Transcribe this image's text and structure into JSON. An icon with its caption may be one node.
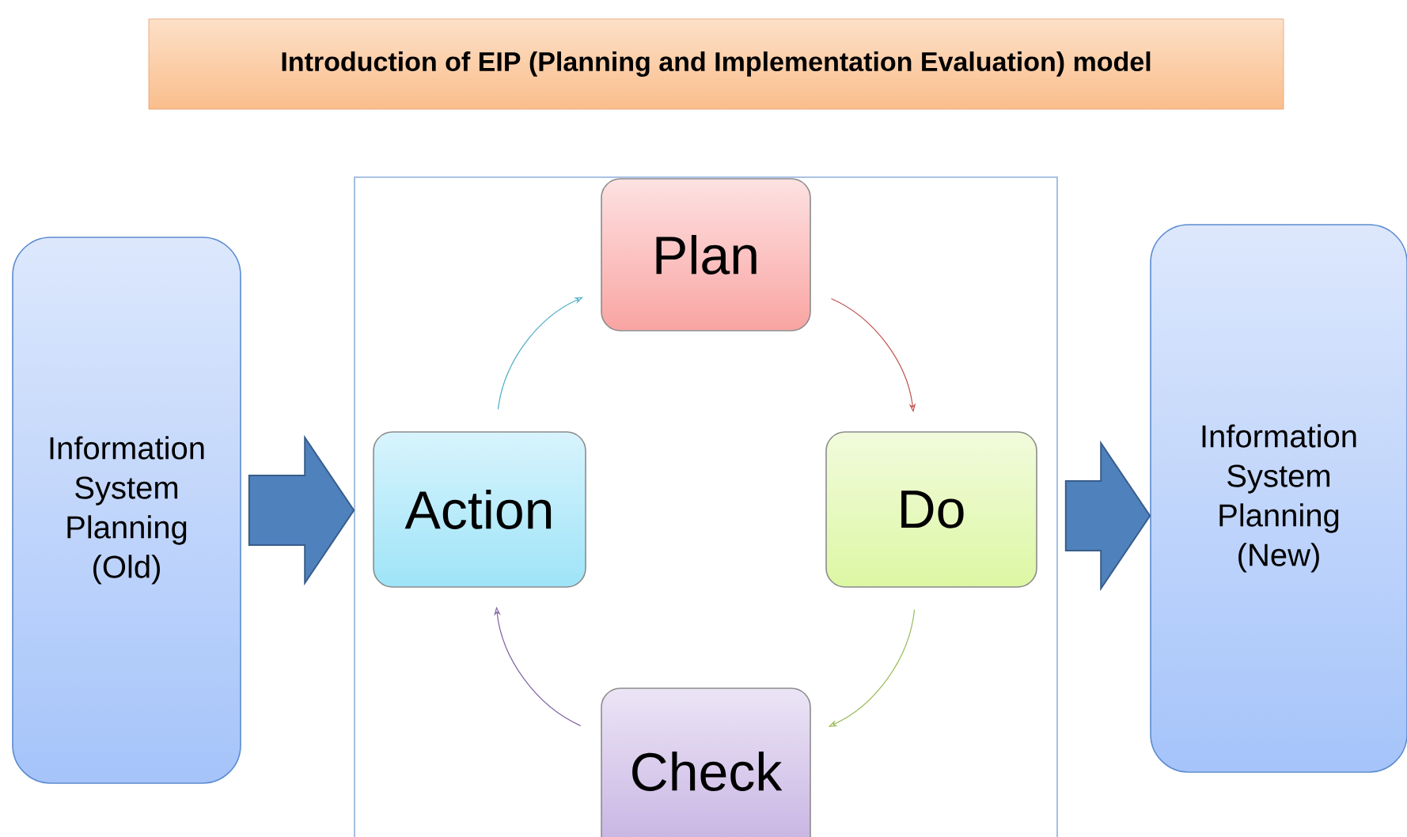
{
  "diagram": {
    "title": "Introduction of EIP (Planning and Implementation Evaluation) model",
    "nodes": [
      {
        "text": [
          "Information System Planning (Old)"
        ]
      },
      {
        "text": [],
        "shape": "box"
      },
      {
        "text": [
          "Plan"
        ],
        "in": 1
      },
      {
        "text": [
          "Do"
        ],
        "in": 1
      },
      {
        "text": [
          "Check"
        ],
        "in": 1
      },
      {
        "text": [
          "Action"
        ],
        "in": 1
      },
      {
        "text": [
          "Information System Planning (New)"
        ]
      }
    ],
    "edges": [
      {
        "from": 0,
        "to": 1,
        "arrow": "to",
        "style": "thick",
        "color": "#4f81bd"
      },
      {
        "from": 2,
        "to": 3,
        "arrow": "to",
        "color": "#c0504d"
      },
      {
        "from": 3,
        "to": 4,
        "arrow": "to",
        "color": "#9bbb59"
      },
      {
        "from": 4,
        "to": 5,
        "arrow": "to",
        "color": "#8064a2"
      },
      {
        "from": 5,
        "to": 2,
        "arrow": "to",
        "color": "#4bacc6"
      },
      {
        "from": 1,
        "to": 6,
        "arrow": "to",
        "style": "thick",
        "color": "#4f81bd"
      }
    ]
  }
}
